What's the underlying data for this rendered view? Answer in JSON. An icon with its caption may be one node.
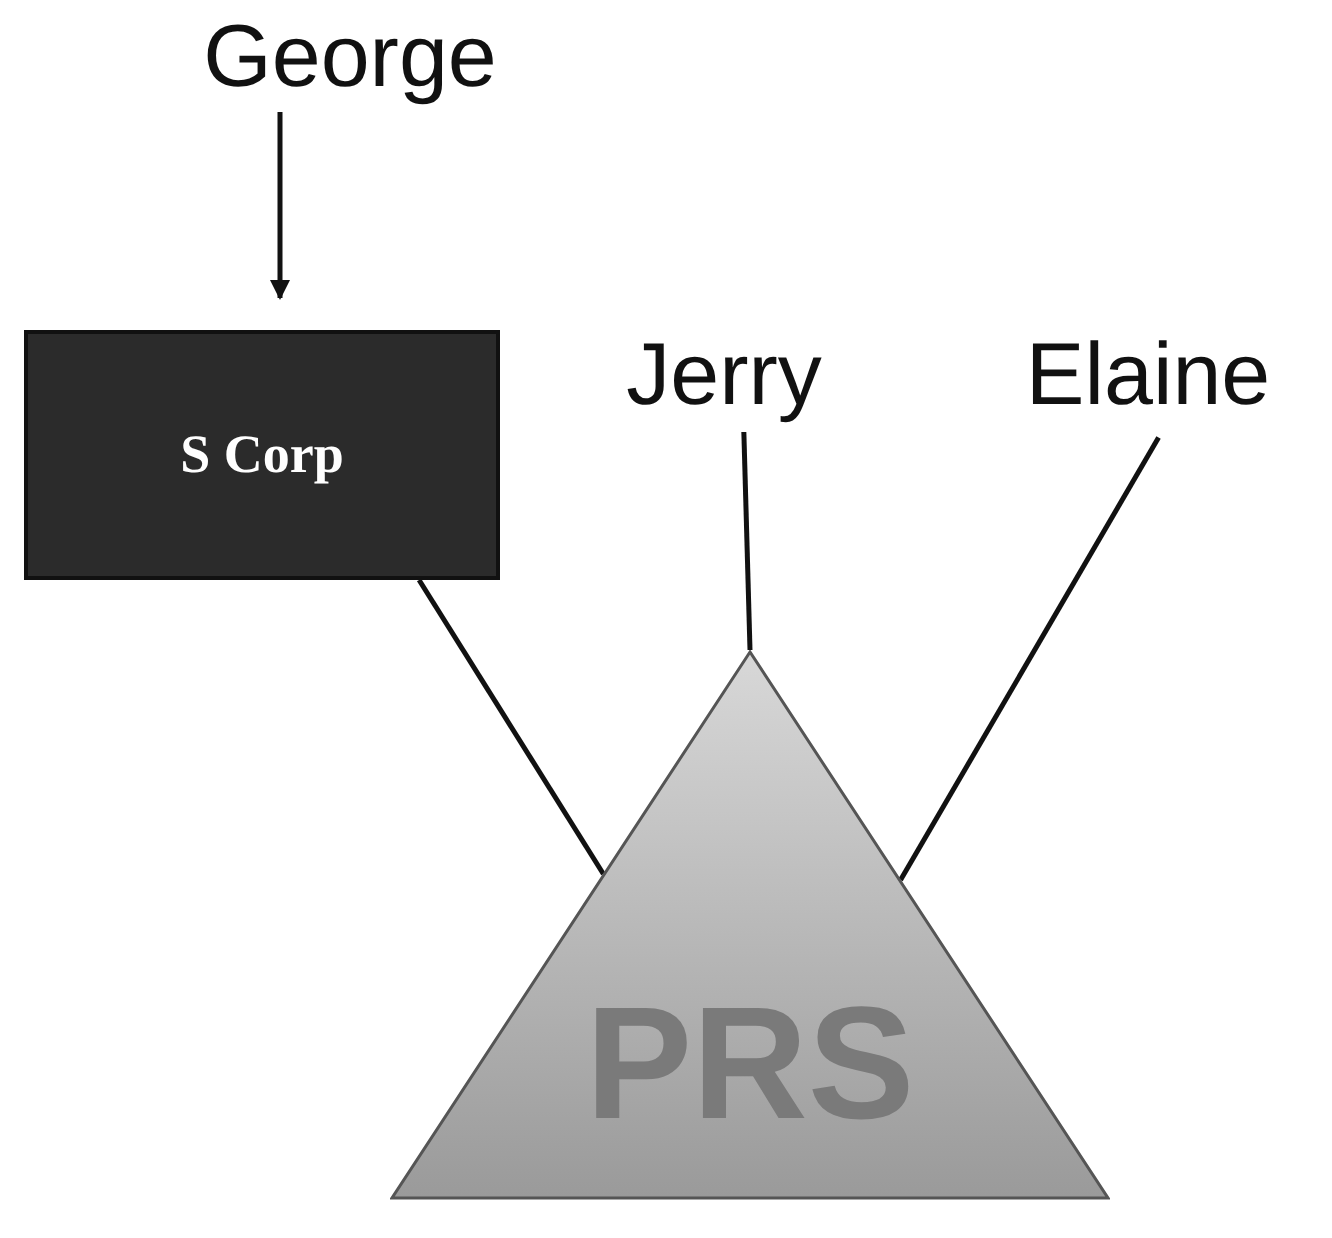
{
  "diagram": {
    "nodes": [
      {
        "text": [
          "George"
        ]
      },
      {
        "text": [
          "S Corp"
        ]
      },
      {
        "text": [
          "Jerry"
        ]
      },
      {
        "text": [
          "Elaine"
        ]
      },
      {
        "text": [
          "PRS"
        ]
      }
    ],
    "edges": [
      {
        "from": 0,
        "to": 1,
        "arrow": "to"
      },
      {
        "from": 1,
        "to": 4,
        "arrow": "none"
      },
      {
        "from": 2,
        "to": 4,
        "arrow": "none"
      },
      {
        "from": 3,
        "to": 4,
        "arrow": "none"
      }
    ]
  }
}
